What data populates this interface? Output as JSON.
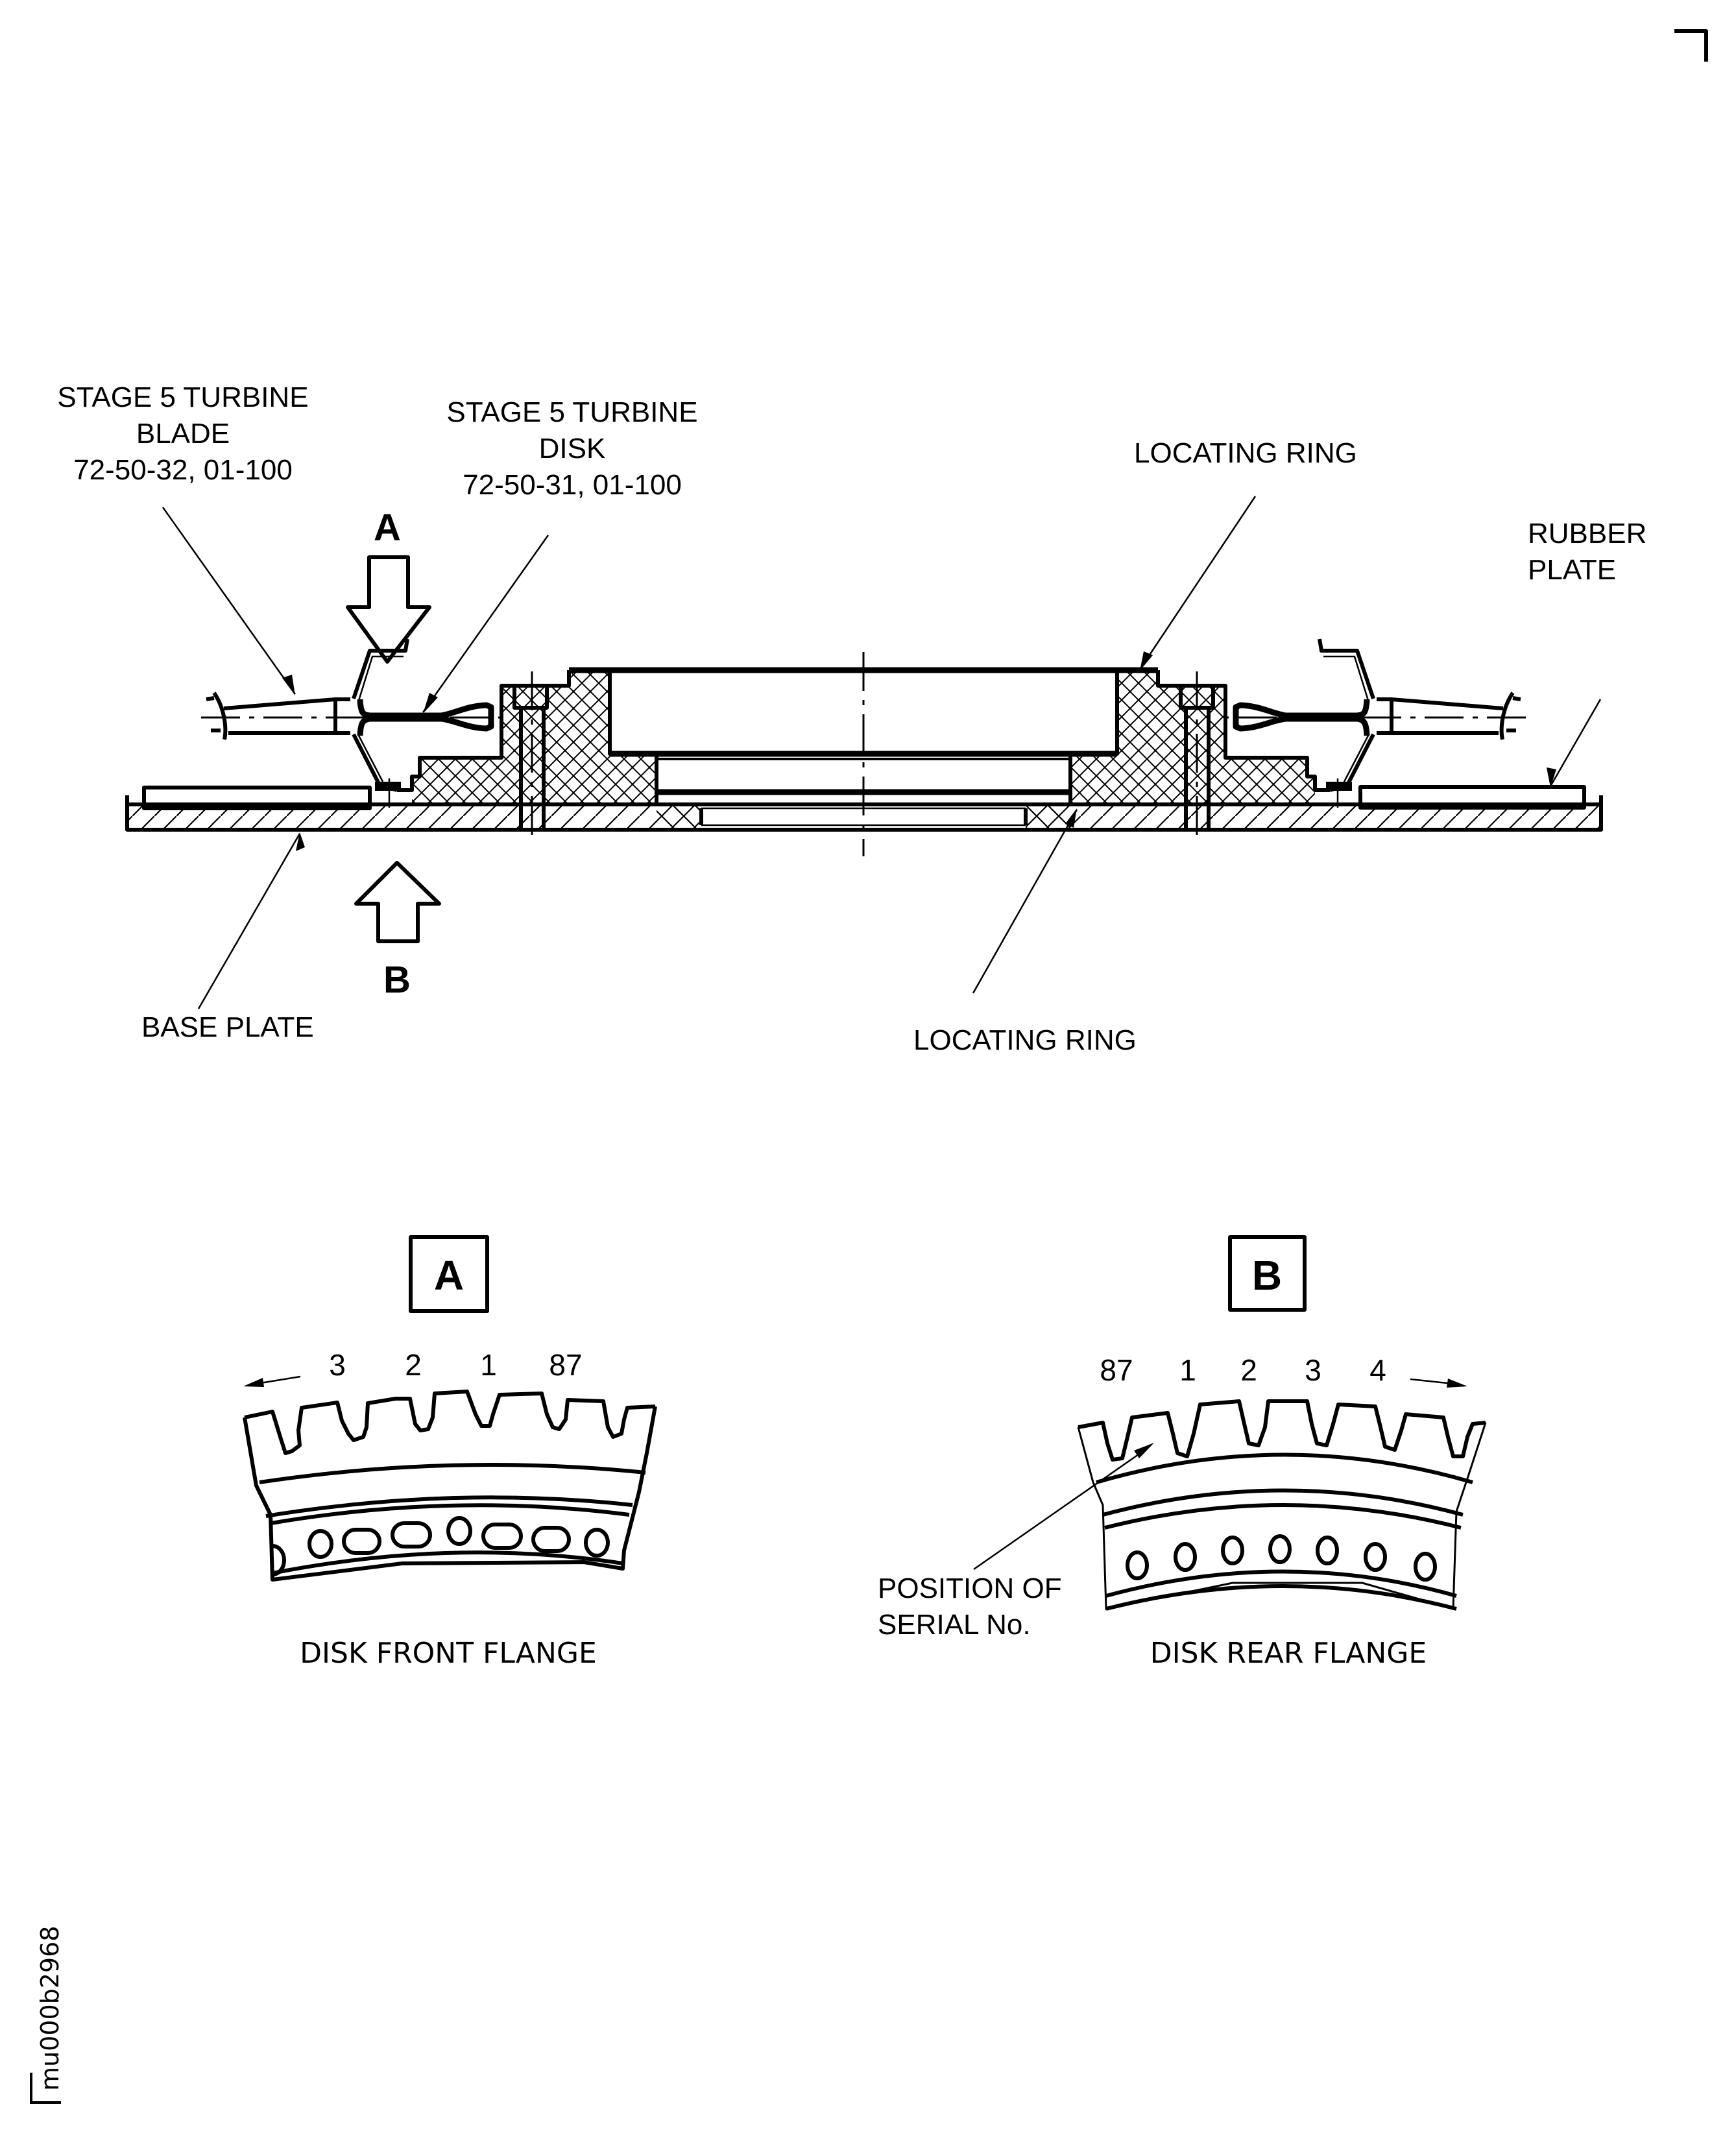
{
  "figure_id": "mu000b2968",
  "section_view": {
    "labels": {
      "blade": [
        "STAGE 5 TURBINE",
        "BLADE",
        "72-50-32, 01-100"
      ],
      "disk": [
        "STAGE 5 TURBINE",
        "DISK",
        "72-50-31, 01-100"
      ],
      "locating_ring_top": "LOCATING RING",
      "rubber_plate": [
        "RUBBER",
        "PLATE"
      ],
      "base_plate": "BASE PLATE",
      "locating_ring_bottom": "LOCATING RING"
    },
    "view_arrows": {
      "top": "A",
      "bottom": "B"
    }
  },
  "detail_views": [
    {
      "id": "A",
      "caption": "DISK FRONT FLANGE",
      "slot_numbers": [
        "3",
        "2",
        "1",
        "87"
      ],
      "direction": "left"
    },
    {
      "id": "B",
      "caption": "DISK REAR FLANGE",
      "slot_numbers": [
        "87",
        "1",
        "2",
        "3",
        "4"
      ],
      "direction": "right",
      "callout": [
        "POSITION OF",
        "SERIAL No."
      ]
    }
  ]
}
